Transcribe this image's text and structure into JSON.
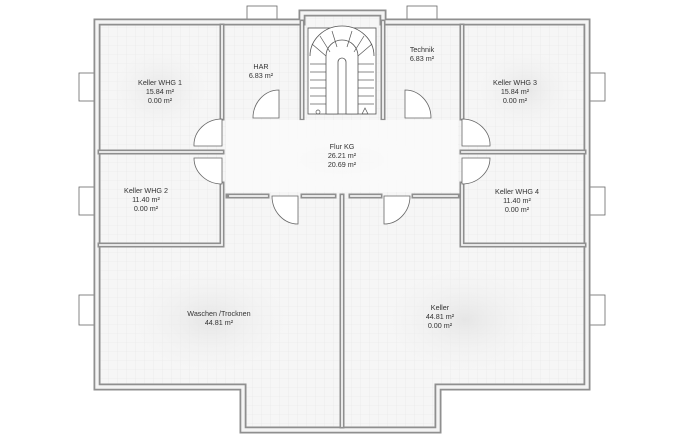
{
  "rooms": [
    {
      "id": "keller-whg-1",
      "name": "Keller WHG 1",
      "area": "15.84 m²",
      "extra": "0.00 m²"
    },
    {
      "id": "har",
      "name": "HAR",
      "area": "6.83 m²",
      "extra": ""
    },
    {
      "id": "technik",
      "name": "Technik",
      "area": "6.83 m²",
      "extra": ""
    },
    {
      "id": "keller-whg-3",
      "name": "Keller WHG 3",
      "area": "15.84 m²",
      "extra": "0.00 m²"
    },
    {
      "id": "flur-kg",
      "name": "Flur KG",
      "area": "26.21 m²",
      "extra": "20.69 m²"
    },
    {
      "id": "keller-whg-2",
      "name": "Keller WHG 2",
      "area": "11.40 m²",
      "extra": "0.00 m²"
    },
    {
      "id": "keller-whg-4",
      "name": "Keller WHG 4",
      "area": "11.40 m²",
      "extra": "0.00 m²"
    },
    {
      "id": "waschen-trocknen",
      "name": "Waschen /Trocknen",
      "area": "44.81 m²",
      "extra": ""
    },
    {
      "id": "keller",
      "name": "Keller",
      "area": "44.81 m²",
      "extra": "0.00 m²"
    }
  ]
}
